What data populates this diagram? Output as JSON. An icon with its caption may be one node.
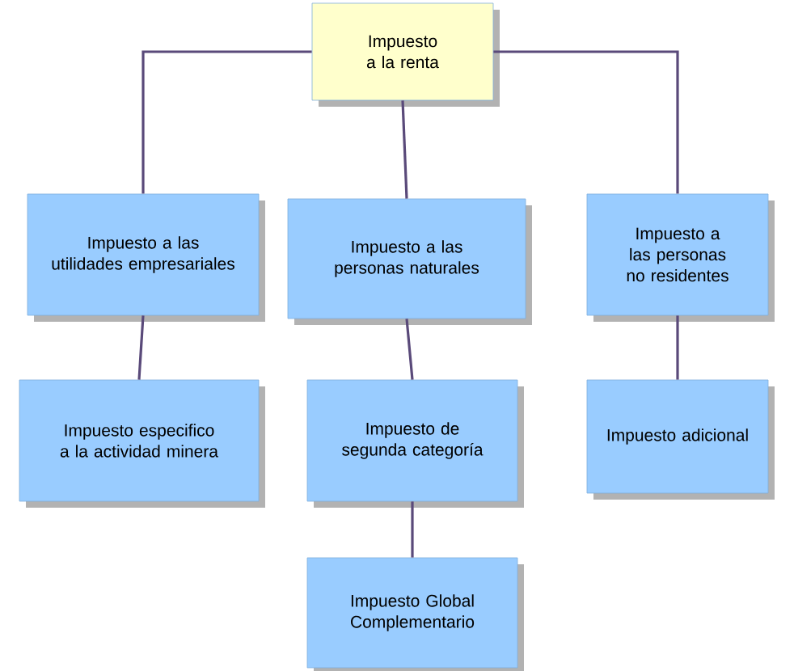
{
  "diagram": {
    "nodes": [
      {
        "text": [
          "Impuesto a la renta"
        ]
      },
      {
        "text": [
          "Impuesto a las utilidades empresariales"
        ]
      },
      {
        "text": [
          "Impuesto a las personas naturales"
        ]
      },
      {
        "text": [
          "Impuesto a las personas no residentes"
        ]
      },
      {
        "text": [
          "Impuesto especifico a la actividad minera"
        ]
      },
      {
        "text": [
          "Impuesto de segunda categoría"
        ]
      },
      {
        "text": [
          "Impuesto adicional"
        ]
      },
      {
        "text": [
          "Impuesto Global Complementario"
        ]
      }
    ],
    "edges": [
      {
        "from": 0,
        "to": 1,
        "arrow": "none"
      },
      {
        "from": 0,
        "to": 2,
        "arrow": "none"
      },
      {
        "from": 0,
        "to": 3,
        "arrow": "none"
      },
      {
        "from": 1,
        "to": 4,
        "arrow": "none"
      },
      {
        "from": 2,
        "to": 5,
        "arrow": "none"
      },
      {
        "from": 3,
        "to": 6,
        "arrow": "none"
      },
      {
        "from": 5,
        "to": 7,
        "arrow": "none"
      }
    ]
  }
}
